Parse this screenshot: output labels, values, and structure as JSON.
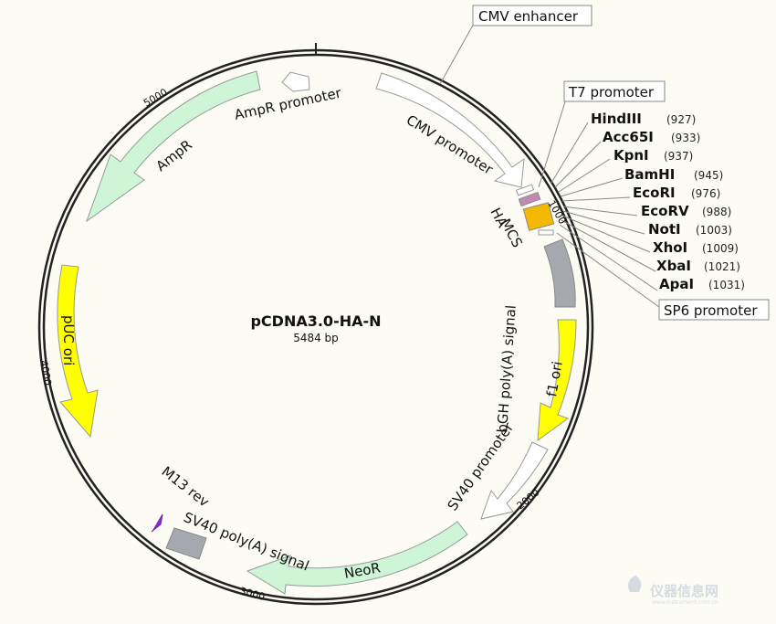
{
  "plasmid": {
    "name": "pCDNA3.0-HA-N",
    "size": "5484 bp"
  },
  "features": {
    "cmv_enhancer": "CMV enhancer",
    "t7_promoter": "T7 promoter",
    "cmv_promoter": "CMV promoter",
    "mcs": "MCS",
    "ha": "HA",
    "bgh": "bGH poly(A) signal",
    "f1_ori": "f1 ori",
    "sv40_promoter": "SV40 promoter",
    "neor": "NeoR",
    "sv40_polya": "SV40 poly(A) signal",
    "m13_rev": "M13 rev",
    "puc_ori": "pUC ori",
    "ampr": "AmpR",
    "ampr_promoter": "AmpR promoter",
    "sp6_promoter": "SP6 promoter"
  },
  "sites": [
    {
      "name": "HindIII",
      "pos": "(927)"
    },
    {
      "name": "Acc65I",
      "pos": "(933)"
    },
    {
      "name": "KpnI",
      "pos": "(937)"
    },
    {
      "name": "BamHI",
      "pos": "(945)"
    },
    {
      "name": "EcoRI",
      "pos": "(976)"
    },
    {
      "name": "EcoRV",
      "pos": "(988)"
    },
    {
      "name": "NotI",
      "pos": "(1003)"
    },
    {
      "name": "XhoI",
      "pos": "(1009)"
    },
    {
      "name": "XbaI",
      "pos": "(1021)"
    },
    {
      "name": "ApaI",
      "pos": "(1031)"
    }
  ],
  "ticks": {
    "t1000": "1000",
    "t2000": "2000",
    "t3000": "3000",
    "t4000": "4000",
    "t5000": "5000"
  },
  "watermark": {
    "main": "仪器信息网",
    "url": "www.instrument.com.cn"
  },
  "colors": {
    "ampr": "#cdf5d6",
    "neor": "#cdf5d6",
    "ori": "#ffff00",
    "mcs": "#f5b800",
    "polya": "#a5a8ad",
    "m13": "#8a2be2",
    "ha": "#c08ab4"
  }
}
